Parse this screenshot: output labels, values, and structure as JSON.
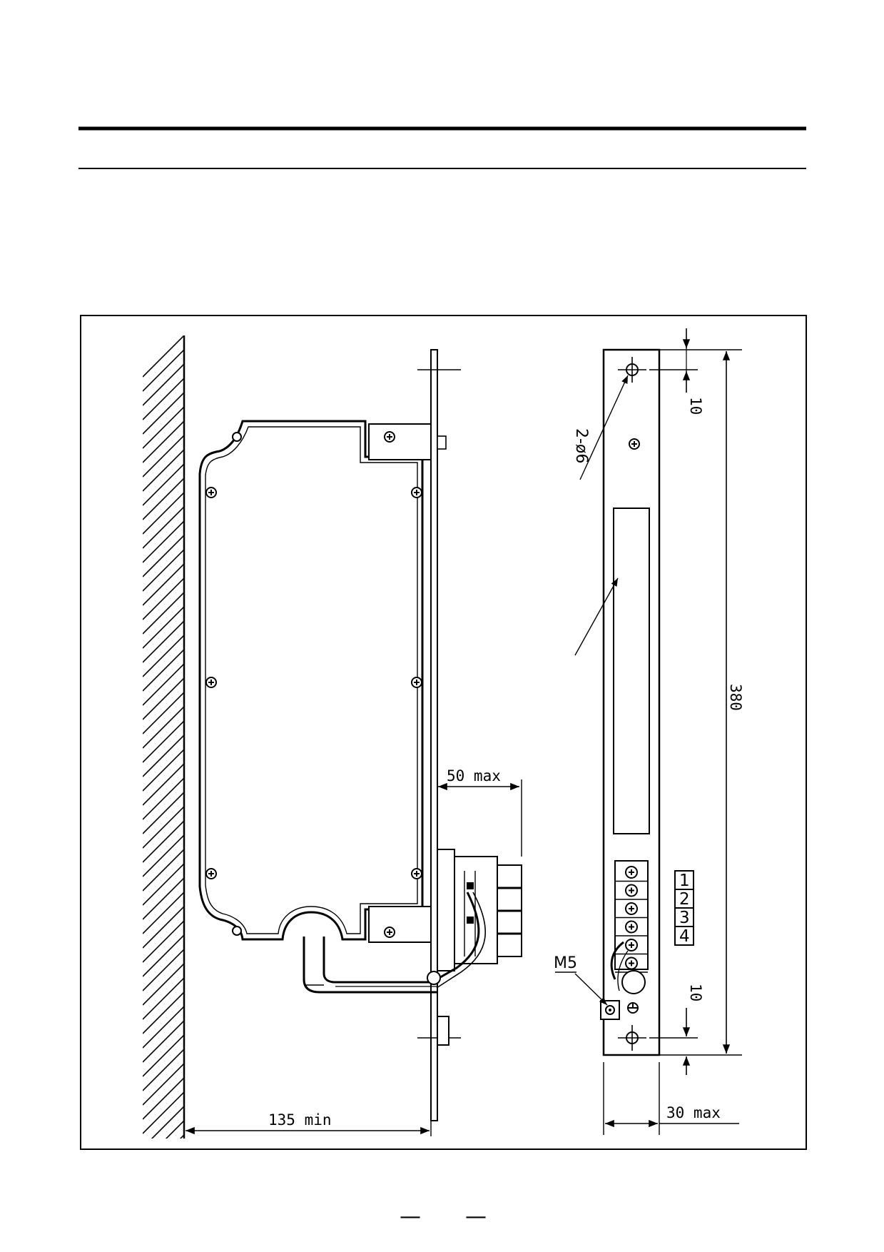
{
  "page": {
    "footer_marks": [
      "—",
      "—"
    ]
  },
  "diagram": {
    "dimensions": {
      "wall_clearance": "135 min",
      "terminal_projection": "50 max",
      "overall_height": "380",
      "top_margin": "10",
      "bottom_margin": "10",
      "panel_depth": "30 max"
    },
    "labels": {
      "mounting_holes": "2-ø6",
      "ground_screw": "M5"
    },
    "terminal_numbers": [
      "1",
      "2",
      "3",
      "4"
    ]
  }
}
